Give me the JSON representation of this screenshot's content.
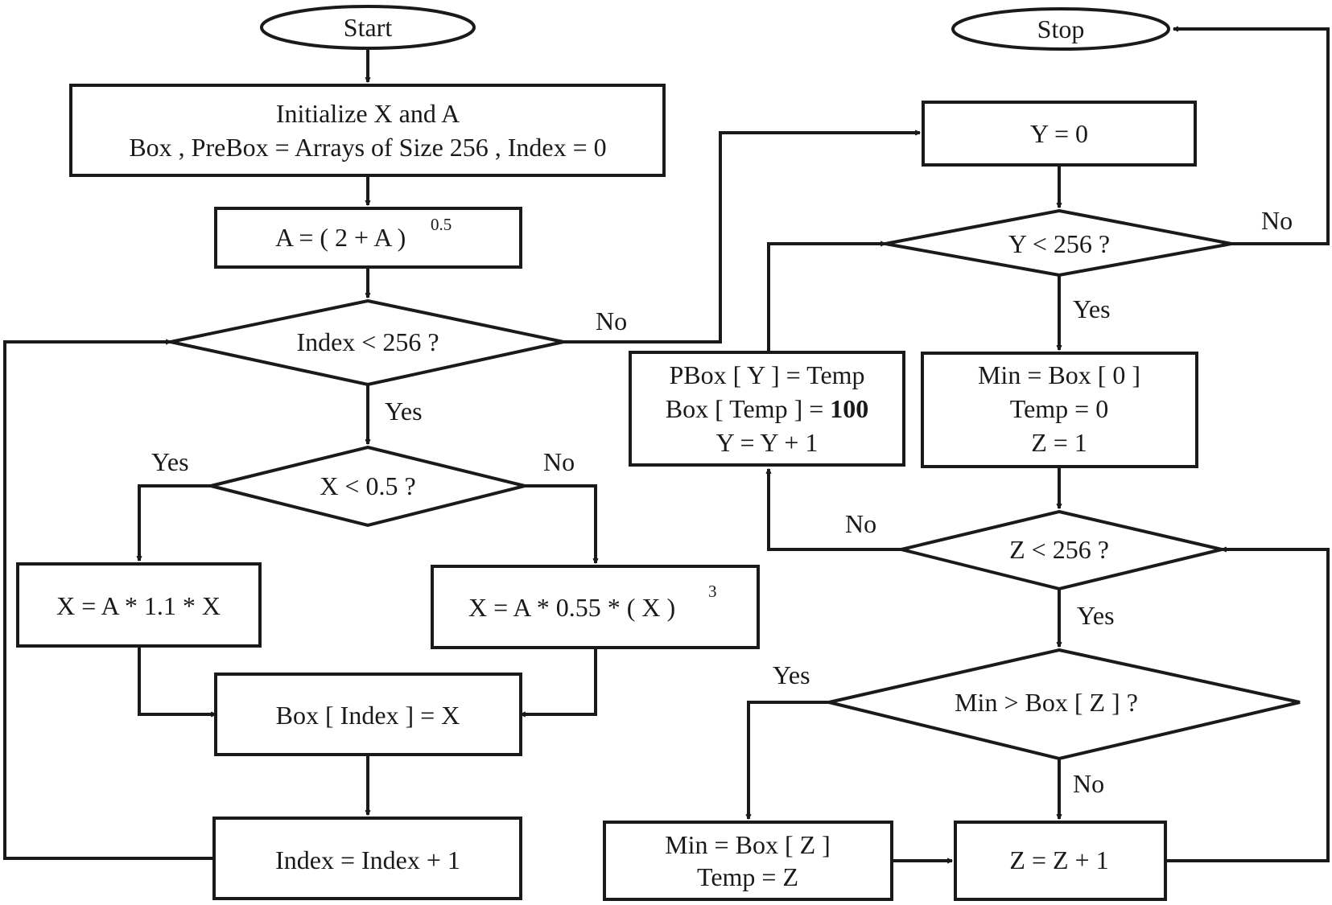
{
  "nodes": {
    "start": {
      "text": "Start"
    },
    "stop": {
      "text": "Stop"
    },
    "init": {
      "line1": "Initialize X and A",
      "line2": "Box , PreBox = Arrays of Size 256 , Index = 0"
    },
    "a_update": {
      "text": "A = ( 2 + A )",
      "sup": "0.5"
    },
    "index_check": {
      "text": "Index < 256 ?"
    },
    "x_check": {
      "text": "X < 0.5 ?"
    },
    "x_small": {
      "text": "X =  A * 1.1 * X"
    },
    "x_large": {
      "text": "X = A * 0.55 * ( X )",
      "sup": "3"
    },
    "box_assign": {
      "text": "Box [ Index ] = X"
    },
    "index_inc": {
      "text": "Index = Index + 1"
    },
    "y_init": {
      "text": "Y = 0"
    },
    "y_check": {
      "text": "Y < 256 ?"
    },
    "pbox": {
      "line1": "PBox [ Y ] = Temp",
      "line2_prefix": "Box [ Temp ]  = ",
      "line2_bold": "100",
      "line3": "Y = Y + 1"
    },
    "min_init": {
      "line1": "Min = Box [ 0 ]",
      "line2": "Temp = 0",
      "line3": "Z  = 1"
    },
    "z_check": {
      "text": "Z < 256 ?"
    },
    "min_check": {
      "text": "Min > Box [ Z ] ?"
    },
    "min_update": {
      "line1": "Min = Box [ Z ]",
      "line2": "Temp = Z"
    },
    "z_inc": {
      "text": "Z  = Z + 1"
    }
  },
  "edge_labels": {
    "index_no": "No",
    "index_yes": "Yes",
    "x_yes": "Yes",
    "x_no": "No",
    "y_no": "No",
    "y_yes": "Yes",
    "z_no": "No",
    "z_yes": "Yes",
    "min_yes": "Yes",
    "min_no": "No"
  }
}
